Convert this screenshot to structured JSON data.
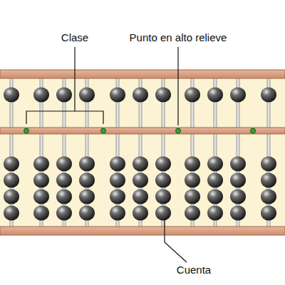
{
  "diagram": {
    "labels": [
      "Clase",
      "Punto en alto relieve",
      "Cuenta"
    ]
  }
}
